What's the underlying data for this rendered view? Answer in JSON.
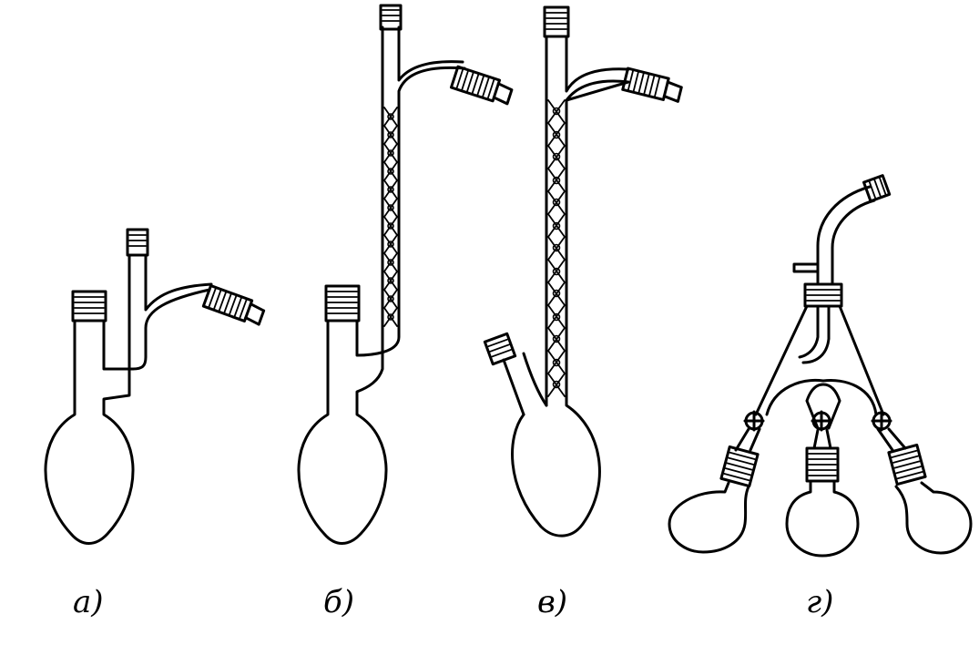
{
  "captions": {
    "a": "а)",
    "b": "б)",
    "c": "в)",
    "d": "г)"
  },
  "colors": {
    "ink": "#000000",
    "paper": "#ffffff"
  }
}
